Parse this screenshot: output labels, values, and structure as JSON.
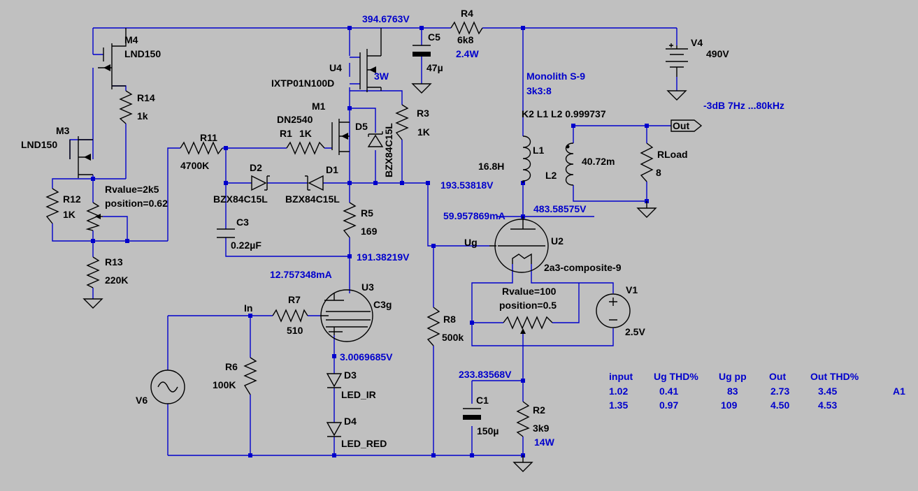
{
  "colors": {
    "background": "#c0c0c0",
    "wire": "#0000cc",
    "component": "#000000",
    "annotation": "#0000cc"
  },
  "components": {
    "m4": {
      "ref": "M4",
      "value": "LND150"
    },
    "m3": {
      "ref": "M3",
      "value": "LND150"
    },
    "r14": {
      "ref": "R14",
      "value": "1k"
    },
    "r12": {
      "ref": "R12",
      "value": "1K"
    },
    "pot1": {
      "rvalue": "Rvalue=2k5",
      "position": "position=0.62"
    },
    "r13": {
      "ref": "R13",
      "value": "220K"
    },
    "r11": {
      "ref": "R11",
      "value": "4700K"
    },
    "r1": {
      "ref": "R1",
      "value": "1K"
    },
    "m1": {
      "ref": "M1",
      "value": "DN2540"
    },
    "u4": {
      "ref": "U4",
      "value": "IXTP01N100D",
      "power": "3W"
    },
    "c5": {
      "ref": "C5",
      "value": "47µ"
    },
    "r4": {
      "ref": "R4",
      "value": "6k8",
      "power": "2.4W"
    },
    "v4": {
      "ref": "V4",
      "value": "490V"
    },
    "r3": {
      "ref": "R3",
      "value": "1K"
    },
    "d5": {
      "ref": "D5",
      "value": "BZX84C15L"
    },
    "d2": {
      "ref": "D2",
      "value": "BZX84C15L"
    },
    "d1": {
      "ref": "D1",
      "value": "BZX84C15L"
    },
    "c3": {
      "ref": "C3",
      "value": "0.22µF"
    },
    "r5": {
      "ref": "R5",
      "value": "169"
    },
    "u3": {
      "ref": "U3",
      "value": "C3g"
    },
    "r7": {
      "ref": "R7",
      "value": "510"
    },
    "r6": {
      "ref": "R6",
      "value": "100K"
    },
    "v6": {
      "ref": "V6"
    },
    "d3": {
      "ref": "D3",
      "value": "LED_IR"
    },
    "d4": {
      "ref": "D4",
      "value": "LED_RED"
    },
    "r8": {
      "ref": "R8",
      "value": "500k"
    },
    "transformer": {
      "name": "Monolith S-9",
      "ratio": "3k3:8",
      "coupling": "K2 L1 L2  0.999737"
    },
    "l1": {
      "ref": "L1",
      "value": "16.8H"
    },
    "l2": {
      "ref": "L2",
      "value": "40.72m"
    },
    "rload": {
      "ref": "RLoad",
      "value": "8"
    },
    "u2": {
      "ref": "U2",
      "value": "2a3-composite-9"
    },
    "pot2": {
      "rvalue": "Rvalue=100",
      "position": "position=0.5"
    },
    "v1": {
      "ref": "V1",
      "value": "2.5V"
    },
    "c1": {
      "ref": "C1",
      "value": "150µ"
    },
    "r2": {
      "ref": "R2",
      "value": "3k9",
      "power": "14W"
    }
  },
  "nets": {
    "b_plus": "394.6763V",
    "reg_out": "193.53818V",
    "u3_anode": "191.38219V",
    "u3_current": "12.757348mA",
    "u3_cathode": "3.0069685V",
    "u2_current": "59.957869mA",
    "u2_anode": "483.58575V",
    "u2_cathode": "233.83568V",
    "ug": "Ug",
    "in": "In",
    "out": "Out"
  },
  "bandwidth_note": "-3dB  7Hz ...80kHz",
  "results_table": {
    "headers": [
      "input",
      "Ug THD%",
      "Ug pp",
      "Out",
      "Out THD%"
    ],
    "rows": [
      [
        "1.02",
        "0.41",
        "83",
        "2.73",
        "3.45"
      ],
      [
        "1.35",
        "0.97",
        "109",
        "4.50",
        "4.53"
      ]
    ],
    "tag": "A1"
  }
}
